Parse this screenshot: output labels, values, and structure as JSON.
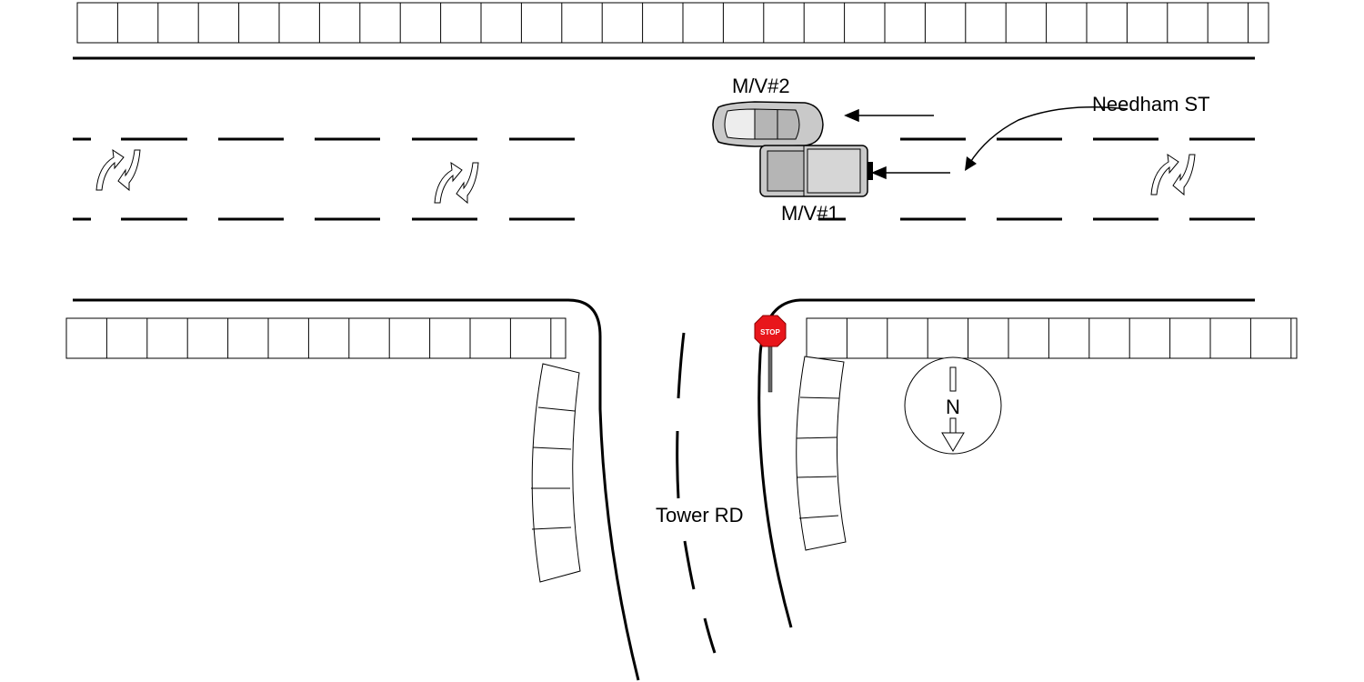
{
  "labels": {
    "street_main": "Needham ST",
    "street_side": "Tower RD",
    "vehicle_1": "M/V#1",
    "vehicle_2": "M/V#2",
    "stop_sign": "STOP",
    "north": "N"
  },
  "colors": {
    "stop_sign": "#e8161b",
    "vehicle_body": "#c9c9c9",
    "line": "#000000"
  },
  "icons": {
    "turn_arrows": "left-right-turn-arrows",
    "north_arrow": "compass-north-arrow",
    "stop": "stop-sign"
  }
}
